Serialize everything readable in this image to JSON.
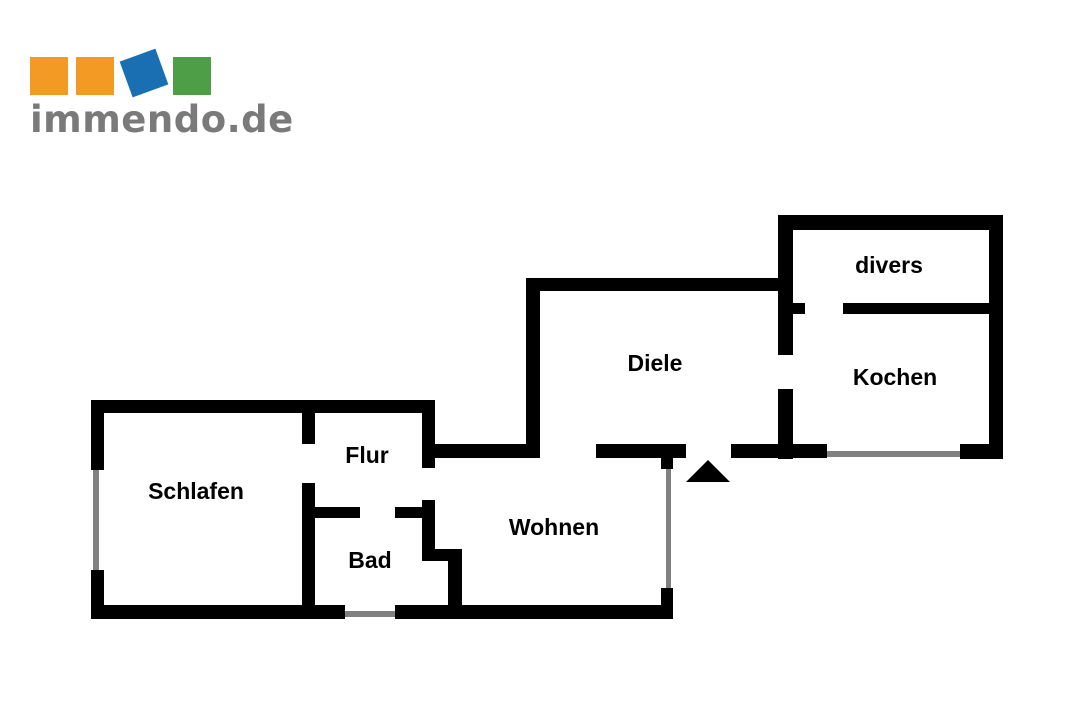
{
  "logo": {
    "text": "immendo.de",
    "colors": {
      "square_1": "#F39A25",
      "square_2": "#F39A25",
      "square_3": "#1A6FB3",
      "square_4": "#4E9E47",
      "text": "#7A7A7A"
    }
  },
  "plan": {
    "wall_color": "#000000",
    "window_color": "#808080",
    "rooms": [
      {
        "id": "schlafen",
        "label": "Schlafen"
      },
      {
        "id": "flur",
        "label": "Flur"
      },
      {
        "id": "bad",
        "label": "Bad"
      },
      {
        "id": "wohnen",
        "label": "Wohnen"
      },
      {
        "id": "diele",
        "label": "Diele"
      },
      {
        "id": "divers",
        "label": "divers"
      },
      {
        "id": "kochen",
        "label": "Kochen"
      }
    ],
    "entrance_marker": "entrance-arrow"
  }
}
